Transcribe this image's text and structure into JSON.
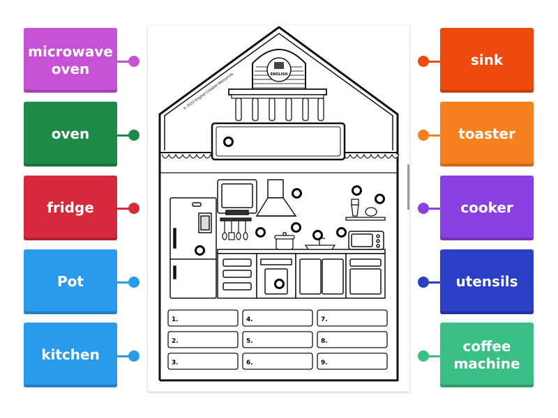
{
  "left_tiles": [
    {
      "label": "microwave oven",
      "color": "#c653d6"
    },
    {
      "label": "oven",
      "color": "#1e8a47"
    },
    {
      "label": "fridge",
      "color": "#d42a3c"
    },
    {
      "label": "Pot",
      "color": "#2a9bea"
    },
    {
      "label": "kitchen",
      "color": "#2a9bea"
    }
  ],
  "right_tiles": [
    {
      "label": "sink",
      "color": "#ee4a0e"
    },
    {
      "label": "toaster",
      "color": "#f7801e"
    },
    {
      "label": "cooker",
      "color": "#8a3fe2"
    },
    {
      "label": "utensils",
      "color": "#2a3fc5"
    },
    {
      "label": "coffee machine",
      "color": "#3bbf86"
    }
  ],
  "worksheet": {
    "credit": "© 2022 English Created Resources",
    "logo_text": "ENGLISH",
    "answer_numbers": [
      "1.",
      "2.",
      "3.",
      "4.",
      "5.",
      "6.",
      "7.",
      "8.",
      "9."
    ]
  }
}
